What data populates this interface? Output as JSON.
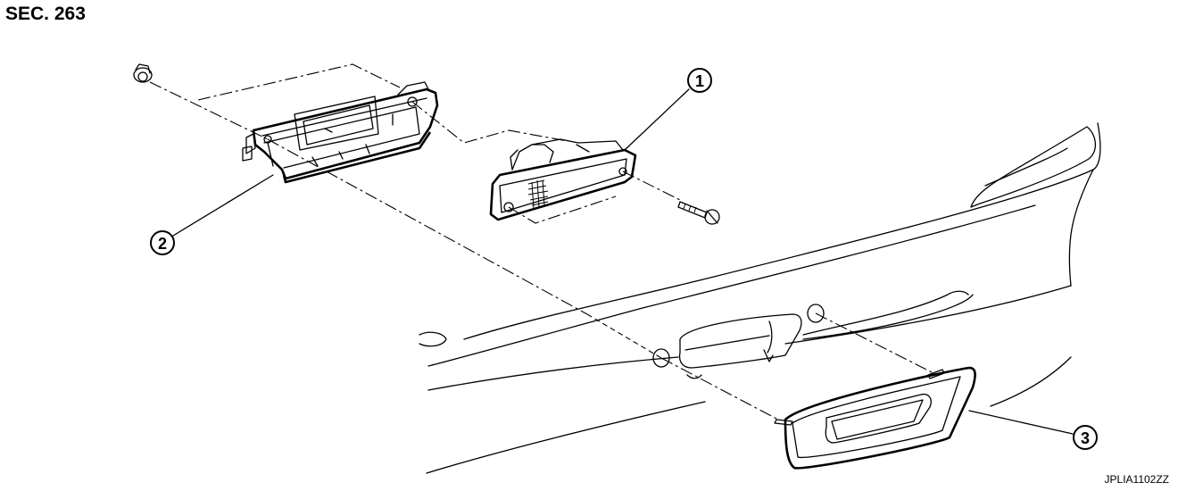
{
  "header": {
    "section": "SEC. 263"
  },
  "callouts": [
    {
      "id": 1,
      "label": "1"
    },
    {
      "id": 2,
      "label": "2"
    },
    {
      "id": 3,
      "label": "3"
    }
  ],
  "footer": {
    "image_code": "JPLIA1102ZZ"
  }
}
